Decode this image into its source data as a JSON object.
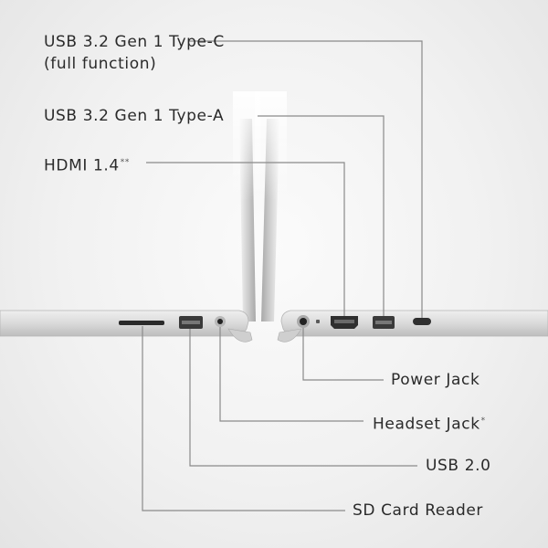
{
  "ports_left_side_labels": [
    {
      "id": "usb-c",
      "text": "USB 3.2 Gen 1 Type-C",
      "text2": "(full function)",
      "footnote": ""
    },
    {
      "id": "usb-a",
      "text": "USB 3.2 Gen 1 Type-A",
      "footnote": ""
    },
    {
      "id": "hdmi",
      "text": "HDMI 1.4",
      "footnote": "**"
    }
  ],
  "ports_right_side_labels": [
    {
      "id": "power",
      "text": "Power Jack",
      "footnote": ""
    },
    {
      "id": "headset",
      "text": "Headset Jack",
      "footnote": "*"
    },
    {
      "id": "usb2",
      "text": "USB 2.0",
      "footnote": ""
    },
    {
      "id": "sd",
      "text": "SD Card Reader",
      "footnote": ""
    }
  ],
  "colors": {
    "background": "#f1f1f1",
    "chassis": "#d6d6d6",
    "leader_line": "#8a8a8a",
    "text": "#2a2a2a"
  }
}
